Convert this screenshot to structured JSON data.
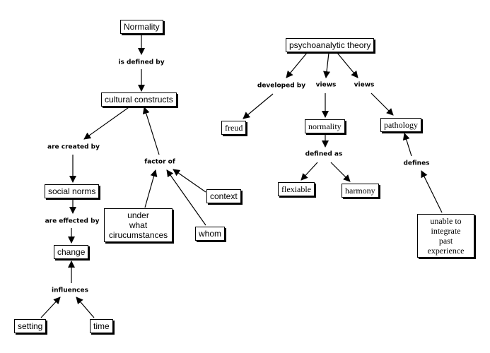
{
  "nodes": {
    "normality": "Normality",
    "cultural_constructs": "cultural constructs",
    "social_norms": "social norms",
    "change": "change",
    "setting": "setting",
    "time": "time",
    "under_what": [
      "under",
      "what",
      "cirucumstances"
    ],
    "whom": "whom",
    "context": "context",
    "psychoanalytic_theory": "psychoanalytic theory",
    "freud": "freud",
    "normality2": "normality",
    "pathology": "pathology",
    "flexiable": "flexiable",
    "harmony": "harmony",
    "unable": [
      "unable to",
      "integrate",
      "past experience"
    ]
  },
  "links": {
    "is_defined_by": "is defined by",
    "are_created_by": "are created by",
    "are_effected_by": "are effected by",
    "influences": "influences",
    "factor_of": "factor of",
    "developed_by": "developed by",
    "views_1": "views",
    "views_2": "views",
    "defined_as": "defined as",
    "defines": "defines"
  }
}
